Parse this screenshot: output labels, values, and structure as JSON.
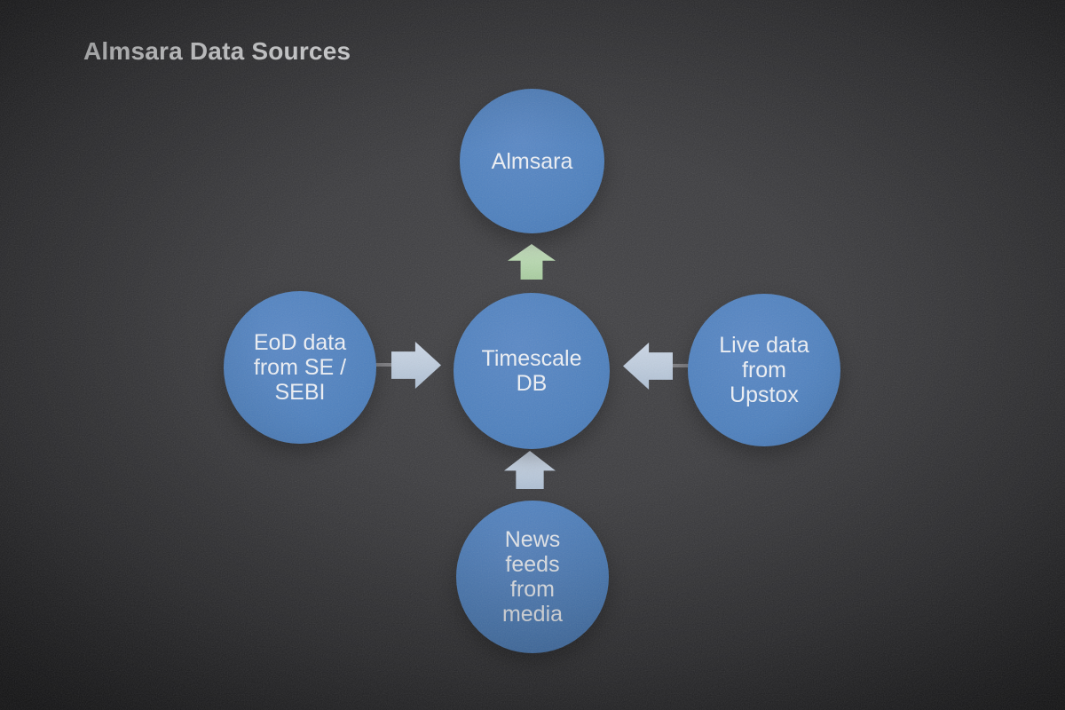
{
  "title": "Almsara Data Sources",
  "colors": {
    "title_text": "#e8e9eb",
    "node_fill": "#4d80be",
    "node_fill_light": "#5988c6",
    "node_fill_dark": "#4476b4",
    "node_text": "#eef1f6",
    "arrow_green": "#b6d7ae",
    "arrow_blue": "#bfcdde",
    "connector_line": "#7c7c80",
    "background_center": "#3a3a3d",
    "background_edge": "#1c1c1f"
  },
  "nodes": {
    "top": {
      "label": "Almsara"
    },
    "center": {
      "label": "Timescale\nDB"
    },
    "left": {
      "label": "EoD data\nfrom SE /\nSEBI"
    },
    "right": {
      "label": "Live data\nfrom\nUpstox"
    },
    "bottom": {
      "label": "News\nfeeds\nfrom\nmedia"
    }
  },
  "arrows": [
    {
      "name": "center-to-almsara",
      "direction": "up",
      "color": "#b6d7ae"
    },
    {
      "name": "eod-to-timescale",
      "direction": "right",
      "color": "#bfcdde"
    },
    {
      "name": "upstox-to-timescale",
      "direction": "left",
      "color": "#bfcdde"
    },
    {
      "name": "news-to-timescale",
      "direction": "up",
      "color": "#bfcdde"
    }
  ]
}
